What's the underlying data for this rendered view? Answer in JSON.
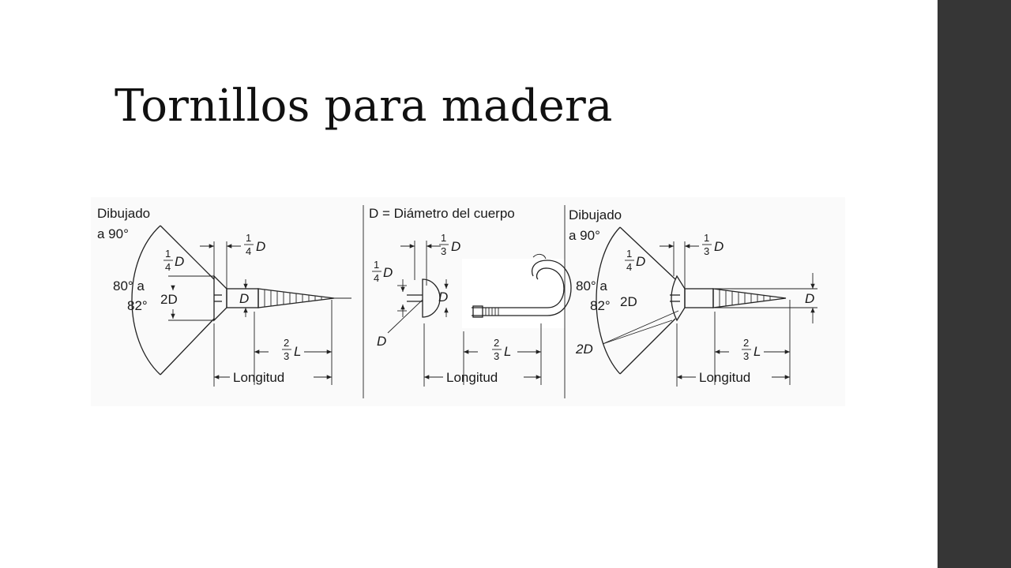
{
  "slide": {
    "title": "Tornillos para madera"
  },
  "figure": {
    "left": {
      "drawn_label": "Dibujado",
      "drawn_angle": "a 90°",
      "quarter_D": "D",
      "two_D": "2D",
      "D": "D",
      "angle_1": "80° a",
      "angle_2": "82°",
      "top_D": "D",
      "two_thirds_L": "L",
      "length": "Longitud"
    },
    "middle": {
      "definition": "D = Diámetro del cuerpo",
      "quarter_D": "D",
      "third_D": "D",
      "D_head": "D",
      "D_bottom": "D",
      "two_thirds_L": "L",
      "length": "Longitud"
    },
    "right": {
      "drawn_label": "Dibujado",
      "drawn_angle": "a 90°",
      "quarter_D": "D",
      "third_D": "D",
      "angle_1": "80° a",
      "angle_2": "82°",
      "two_D": "2D",
      "two_D_bottom": "2D",
      "D_right": "D",
      "two_thirds_L": "L",
      "length": "Longitud"
    },
    "fractions": {
      "one_quarter_num": "1",
      "one_quarter_den": "4",
      "one_third_num": "1",
      "one_third_den": "3",
      "two_thirds_num": "2",
      "two_thirds_den": "3"
    }
  }
}
